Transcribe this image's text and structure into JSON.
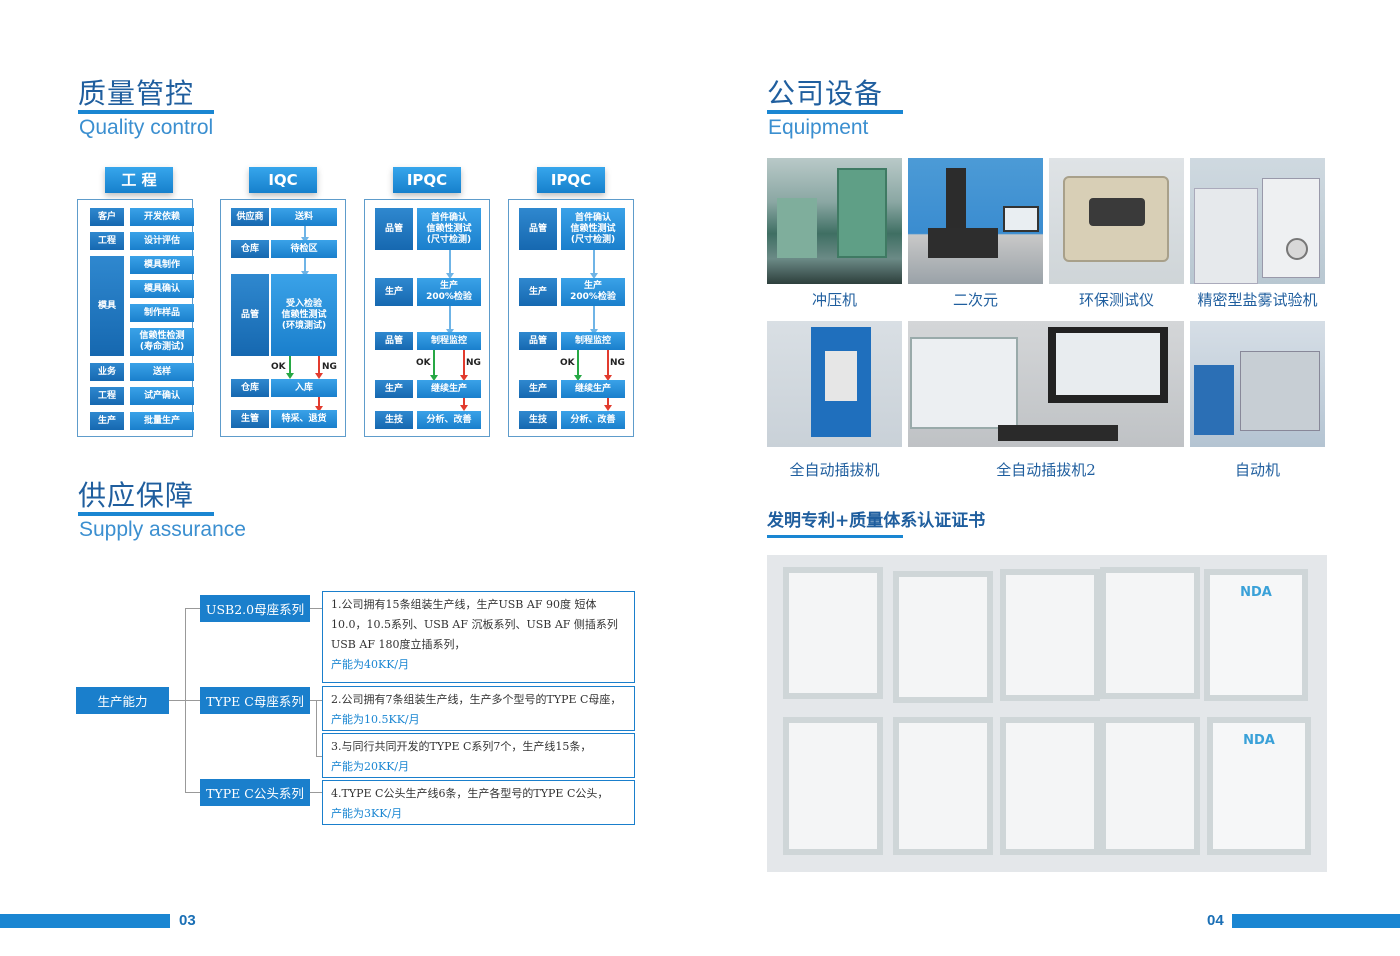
{
  "left": {
    "quality": {
      "title_cn": "质量管控",
      "title_en": "Quality control"
    },
    "flows": [
      {
        "head": "工 程",
        "rows": [
          {
            "label": "客户",
            "step": "开发依赖"
          },
          {
            "label": "工程",
            "step": "设计评估"
          },
          {
            "label": "模具",
            "steps": [
              "模具制作",
              "模具确认",
              "制作样品",
              "信赖性检测\n(寿命测试)"
            ]
          },
          {
            "label": "业务",
            "step": "送样"
          },
          {
            "label": "工程",
            "step": "试产确认"
          },
          {
            "label": "生产",
            "step": "批量生产"
          }
        ]
      },
      {
        "head": "IQC",
        "rows": [
          {
            "label": "供应商",
            "step": "送料"
          },
          {
            "label": "仓库",
            "step": "待检区"
          },
          {
            "label": "品管",
            "step": "受入检验\n信赖性测试\n(环境测试)"
          },
          {
            "label": "仓库",
            "step": "入库"
          },
          {
            "label": "生管",
            "step": "特采、退货"
          }
        ],
        "ok": "OK",
        "ng": "NG"
      },
      {
        "head": "IPQC",
        "rows": [
          {
            "label": "品管",
            "step": "首件确认\n信赖性测试\n(尺寸检测)"
          },
          {
            "label": "生产",
            "step": "生产\n200%检验"
          },
          {
            "label": "品管",
            "step": "制程监控"
          },
          {
            "label": "生产",
            "step": "继续生产"
          },
          {
            "label": "生技",
            "step": "分析、改善"
          }
        ],
        "ok": "OK",
        "ng": "NG"
      },
      {
        "head": "IPQC",
        "rows": [
          {
            "label": "品管",
            "step": "首件确认\n信赖性测试\n(尺寸检测)"
          },
          {
            "label": "生产",
            "step": "生产\n200%检验"
          },
          {
            "label": "品管",
            "step": "制程监控"
          },
          {
            "label": "生产",
            "step": "继续生产"
          },
          {
            "label": "生技",
            "step": "分析、改善"
          }
        ],
        "ok": "OK",
        "ng": "NG"
      }
    ],
    "supply": {
      "title_cn": "供应保障",
      "title_en": "Supply assurance",
      "root_label": "生产能力",
      "series": [
        "USB2.0母座系列",
        "TYPE C母座系列",
        "TYPE C公头系列"
      ],
      "items": [
        {
          "text": "1.公司拥有15条组装生产线，生产USB AF 90度 短体10.0，10.5系列、USB AF 沉板系列、USB AF 侧插系列USB AF 180度立插系列，",
          "capacity": "产能为40KK/月"
        },
        {
          "text": "2.公司拥有7条组装生产线，生产多个型号的TYPE C母座，",
          "capacity": "产能为10.5KK/月"
        },
        {
          "text": "3.与同行共同开发的TYPE C系列7个，生产线15条，",
          "capacity": "产能为20KK/月"
        },
        {
          "text": "4.TYPE C公头生产线6条，生产各型号的TYPE C公头，",
          "capacity": "产能为3KK/月"
        }
      ]
    },
    "page": "03"
  },
  "right": {
    "equipment": {
      "title_cn": "公司设备",
      "title_en": "Equipment",
      "row1": [
        "冲压机",
        "二次元",
        "环保测试仪",
        "精密型盐雾试验机"
      ],
      "row2": [
        "全自动插拔机",
        "全自动插拔机2",
        "自动机"
      ]
    },
    "cert": {
      "title": "发明专利+质量体系认证证书",
      "logo": "NDA"
    },
    "page": "04"
  },
  "colors": {
    "primary": "#1a86d2",
    "heading": "#1f5e9e",
    "box": "#1a7fcc"
  }
}
